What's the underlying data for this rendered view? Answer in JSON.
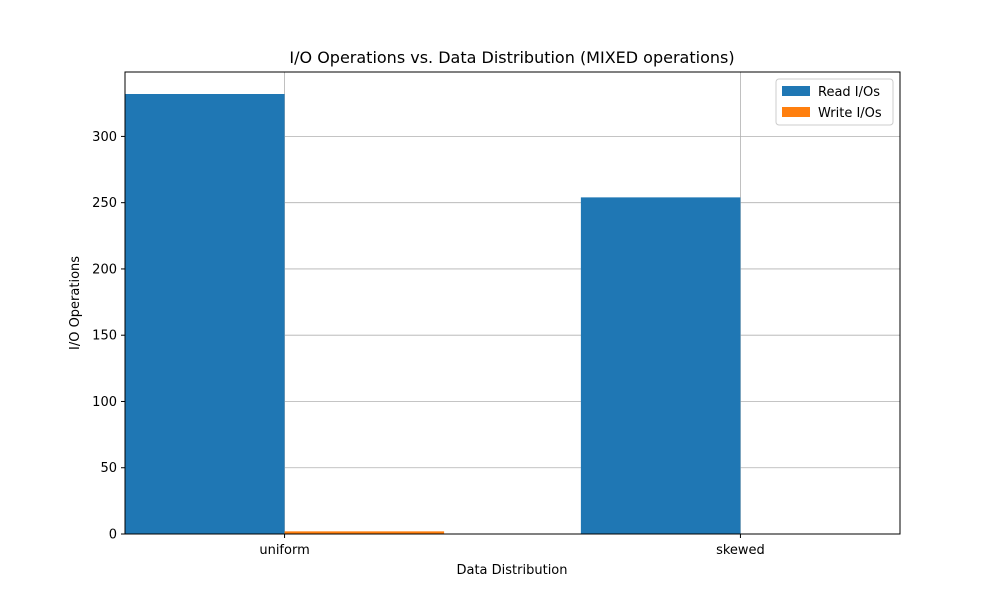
{
  "chart_data": {
    "type": "bar",
    "title": "I/O Operations vs. Data Distribution (MIXED operations)",
    "xlabel": "Data Distribution",
    "ylabel": "I/O Operations",
    "categories": [
      "uniform",
      "skewed"
    ],
    "series": [
      {
        "name": "Read I/Os",
        "color": "#1f77b4",
        "values": [
          332,
          254
        ]
      },
      {
        "name": "Write I/Os",
        "color": "#ff7f0e",
        "values": [
          2,
          0
        ]
      }
    ],
    "ylim": [
      0,
      348.6
    ],
    "yticks": [
      0,
      50,
      100,
      150,
      200,
      250,
      300
    ],
    "grid": true,
    "legend_position": "top-right"
  }
}
